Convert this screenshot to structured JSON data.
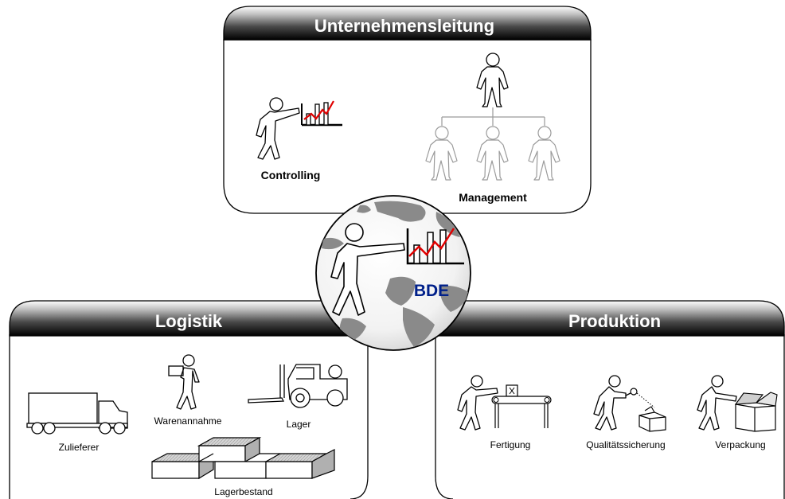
{
  "panels": {
    "top": {
      "title": "Unternehmensleitung",
      "items": {
        "controlling": "Controlling",
        "management": "Management"
      }
    },
    "left": {
      "title": "Logistik",
      "items": {
        "supplier": "Zulieferer",
        "receiving": "Warenannahme",
        "warehouse": "Lager",
        "stock": "Lagerbestand"
      }
    },
    "right": {
      "title": "Produktion",
      "items": {
        "manufacturing": "Fertigung",
        "quality": "Qualitätssicherung",
        "packaging": "Verpackung"
      }
    }
  },
  "center": {
    "label": "BDE"
  },
  "colors": {
    "header": "#1a1a1a",
    "trend": "#e00000",
    "bde_text": "#00208a",
    "org_figures": "#9a9a9a",
    "globe_land": "#8a8a8a"
  }
}
